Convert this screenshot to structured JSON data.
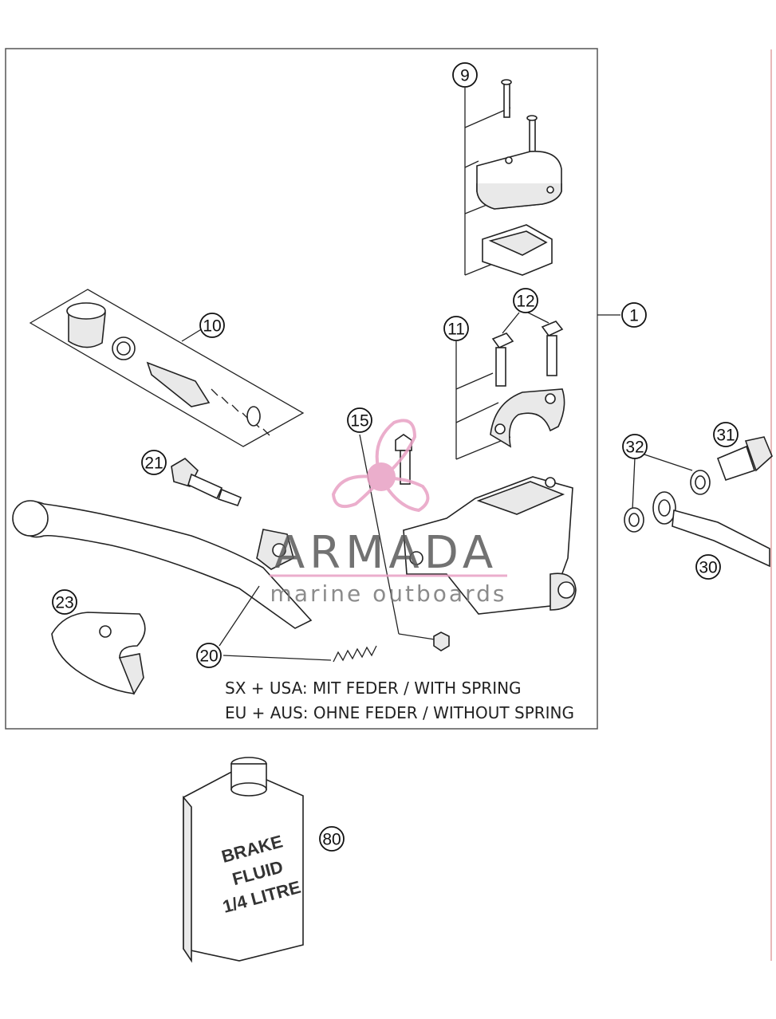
{
  "callouts": [
    "1",
    "9",
    "10",
    "11",
    "12",
    "15",
    "20",
    "21",
    "23",
    "30",
    "31",
    "32",
    "80"
  ],
  "notes": {
    "line1": "SX + USA:  MIT FEDER / WITH SPRING",
    "line2": "EU + AUS:  OHNE FEDER / WITHOUT SPRING"
  },
  "can_label": [
    "BRAKE",
    "FLUID",
    "1/4 LITRE"
  ],
  "watermark": {
    "brand": "ARMADA",
    "tagline": "marine outboards",
    "accent_color": "#e8a0c4"
  },
  "colors": {
    "line": "#222222",
    "frame": "#555555",
    "side_rule": "#e9b9b9"
  }
}
